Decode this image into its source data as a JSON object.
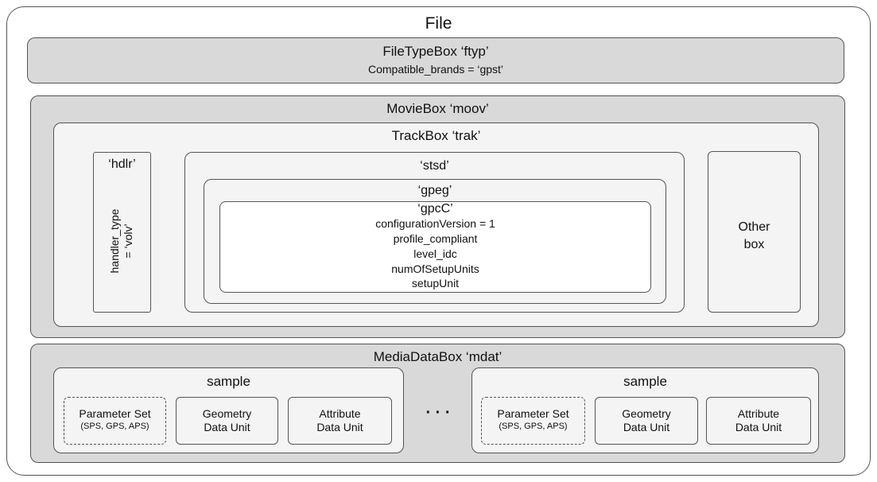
{
  "file": {
    "title": "File"
  },
  "ftyp": {
    "title": "FileTypeBox ‘ftyp’",
    "subtitle": "Compatible_brands = ‘gpst’"
  },
  "moov": {
    "title": "MovieBox ‘moov’",
    "trak": {
      "title": "TrackBox ‘trak’",
      "hdlr": {
        "title": "‘hdlr’",
        "line1": "handler_type",
        "line2": "= ‘volv’"
      },
      "stsd": {
        "title": "‘stsd’",
        "gpeg": {
          "title": "‘gpeg’",
          "gpcc": {
            "title": "‘gpcC’",
            "fields": [
              "configurationVersion = 1",
              "profile_compliant",
              "level_idc",
              "numOfSetupUnits",
              "setupUnit"
            ]
          }
        }
      },
      "other": {
        "line1": "Other",
        "line2": "box"
      }
    }
  },
  "mdat": {
    "title": "MediaDataBox ‘mdat’",
    "ellipsis": "· · ·",
    "samples": [
      {
        "title": "sample",
        "param": {
          "line1": "Parameter Set",
          "line2": "(SPS, GPS, APS)"
        },
        "geometry": {
          "line1": "Geometry",
          "line2": "Data Unit"
        },
        "attribute": {
          "line1": "Attribute",
          "line2": "Data Unit"
        }
      },
      {
        "title": "sample",
        "param": {
          "line1": "Parameter Set",
          "line2": "(SPS, GPS, APS)"
        },
        "geometry": {
          "line1": "Geometry",
          "line2": "Data Unit"
        },
        "attribute": {
          "line1": "Attribute",
          "line2": "Data Unit"
        }
      }
    ]
  }
}
